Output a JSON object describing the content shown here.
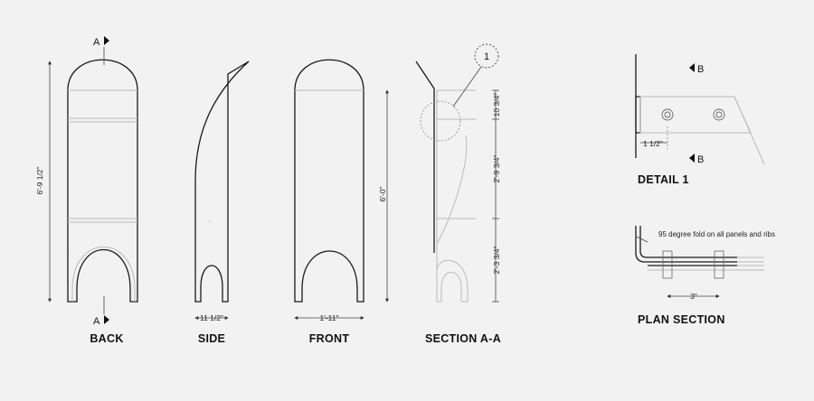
{
  "views": {
    "back": "BACK",
    "side": "SIDE",
    "front": "FRONT",
    "section": "SECTION  A-A",
    "detail": "DETAIL 1",
    "plan": "PLAN SECTION"
  },
  "section_marks": {
    "a": "A",
    "b": "B",
    "callout": "1"
  },
  "dimensions": {
    "overall_height": "6'-9 1/2\"",
    "side_depth": "11 1/2\"",
    "front_width": "1'-11\"",
    "front_height": "6'-0\"",
    "top_segment": "10 3/4\"",
    "mid_segment": "2'-9 3/4\"",
    "low_segment": "2'-3 3/4\"",
    "detail_offset": "1 1/2\"",
    "plan_spacing": "3\""
  },
  "notes": {
    "fold": "95 degree fold on all panels and ribs"
  }
}
